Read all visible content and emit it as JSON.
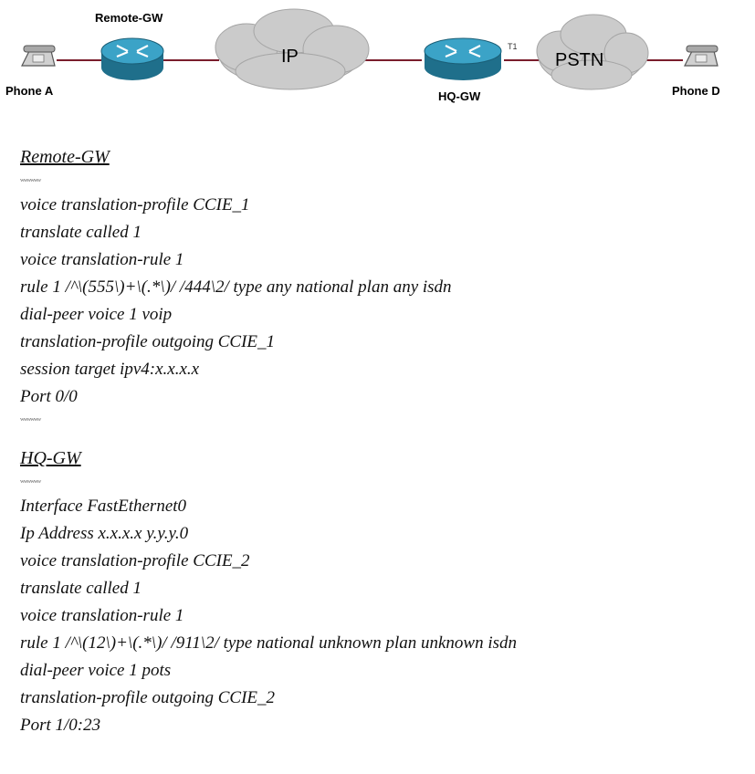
{
  "diagram": {
    "nodes": {
      "phone_a": "Phone A",
      "remote_gw": "Remote-GW",
      "ip_cloud": "IP",
      "hq_gw": "HQ-GW",
      "pstn_cloud": "PSTN",
      "phone_d": "Phone D",
      "trunk_mark": "T1"
    },
    "icons": [
      "phone-icon",
      "router-icon",
      "cloud-icon"
    ],
    "colors": {
      "link": "#7a1d2c",
      "router": "#2f8fb0",
      "cloud": "#c9c9c9"
    }
  },
  "remote_gw": {
    "title": "Remote-GW",
    "squiggle_top": "ʷʷʷʷʷʷ",
    "lines": [
      "voice translation-profile CCIE_1",
      "translate called 1",
      "voice translation-rule 1",
      "rule 1 /^\\(555\\)+\\(.*\\)/ /444\\2/ type any national plan any isdn",
      "dial-peer voice 1 voip",
      "translation-profile outgoing CCIE_1",
      "session target ipv4:x.x.x.x",
      "Port 0/0"
    ],
    "squiggle_bottom": "ʷʷʷʷʷʷ"
  },
  "hq_gw": {
    "title": "HQ-GW",
    "squiggle_top": "ʷʷʷʷʷʷ",
    "lines": [
      "Interface FastEthernet0",
      "Ip Address x.x.x.x y.y.y.0",
      "voice translation-profile CCIE_2",
      "translate called 1",
      "voice translation-rule 1",
      "rule 1 /^\\(12\\)+\\(.*\\)/ /911\\2/ type national unknown plan unknown isdn",
      "dial-peer voice 1 pots",
      "translation-profile outgoing CCIE_2",
      "Port 1/0:23"
    ]
  }
}
